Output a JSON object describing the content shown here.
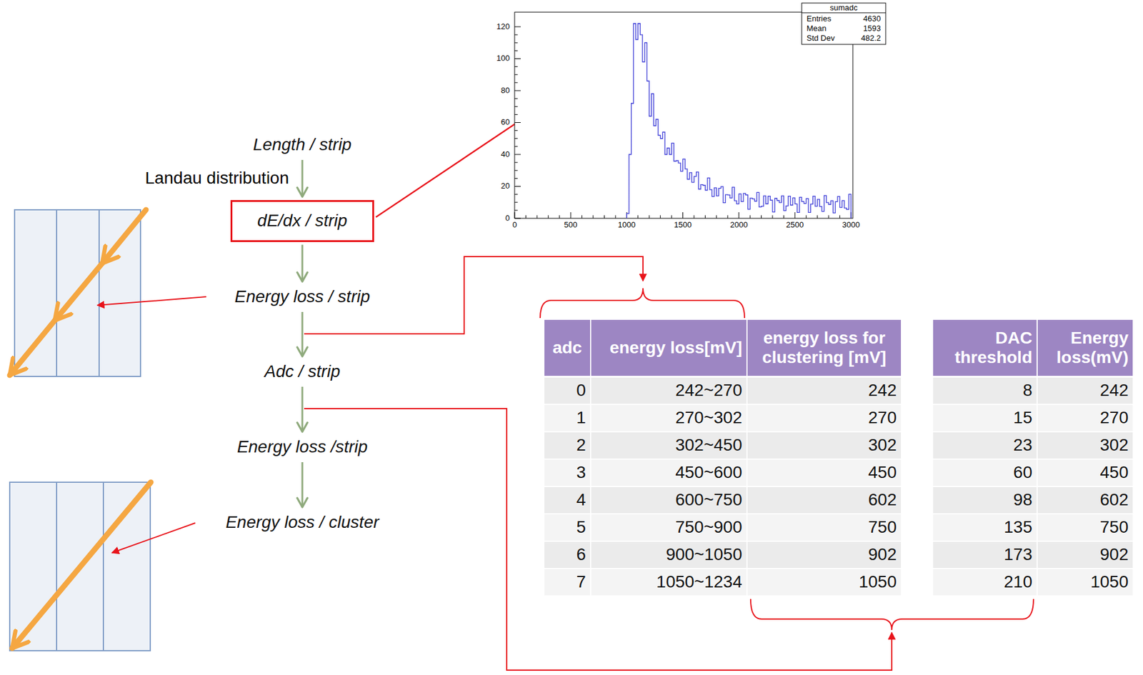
{
  "diagram": {
    "nodes": [
      {
        "text": [
          "Length / strip"
        ]
      },
      {
        "text": [
          "dE/dx / strip"
        ]
      },
      {
        "text": [
          "Energy loss / strip"
        ]
      },
      {
        "text": [
          "Adc / strip"
        ]
      },
      {
        "text": [
          "Energy loss /strip"
        ]
      },
      {
        "text": [
          "Energy loss / cluster"
        ]
      }
    ],
    "edges": [
      {
        "from": 0,
        "to": 1,
        "arrow": "to",
        "label": "Landau distribution"
      },
      {
        "from": 1,
        "to": 2,
        "arrow": "to"
      },
      {
        "from": 2,
        "to": 3,
        "arrow": "to"
      },
      {
        "from": 3,
        "to": 4,
        "arrow": "to"
      },
      {
        "from": 4,
        "to": 5,
        "arrow": "to"
      }
    ],
    "labels": [
      "sumadc",
      "Entries",
      "4630",
      "Mean",
      "1593",
      "Std Dev",
      "482.2",
      "0",
      "20",
      "40",
      "60",
      "80",
      "100",
      "120",
      "0",
      "500",
      "1000",
      "1500",
      "2000",
      "2500",
      "3000",
      "adc",
      "energy loss[mV]",
      "energy loss for clustering [mV]",
      "DAC threshold",
      "Energy loss(mV)",
      "0",
      "242~270",
      "242",
      "8",
      "242",
      "1",
      "270~302",
      "270",
      "15",
      "270",
      "2",
      "302~450",
      "302",
      "23",
      "302",
      "3",
      "450~600",
      "450",
      "60",
      "450",
      "4",
      "600~750",
      "602",
      "98",
      "602",
      "5",
      "750~900",
      "750",
      "135",
      "750",
      "6",
      "900~1050",
      "902",
      "173",
      "902",
      "7",
      "1050~1234",
      "1050",
      "210",
      "1050"
    ]
  }
}
